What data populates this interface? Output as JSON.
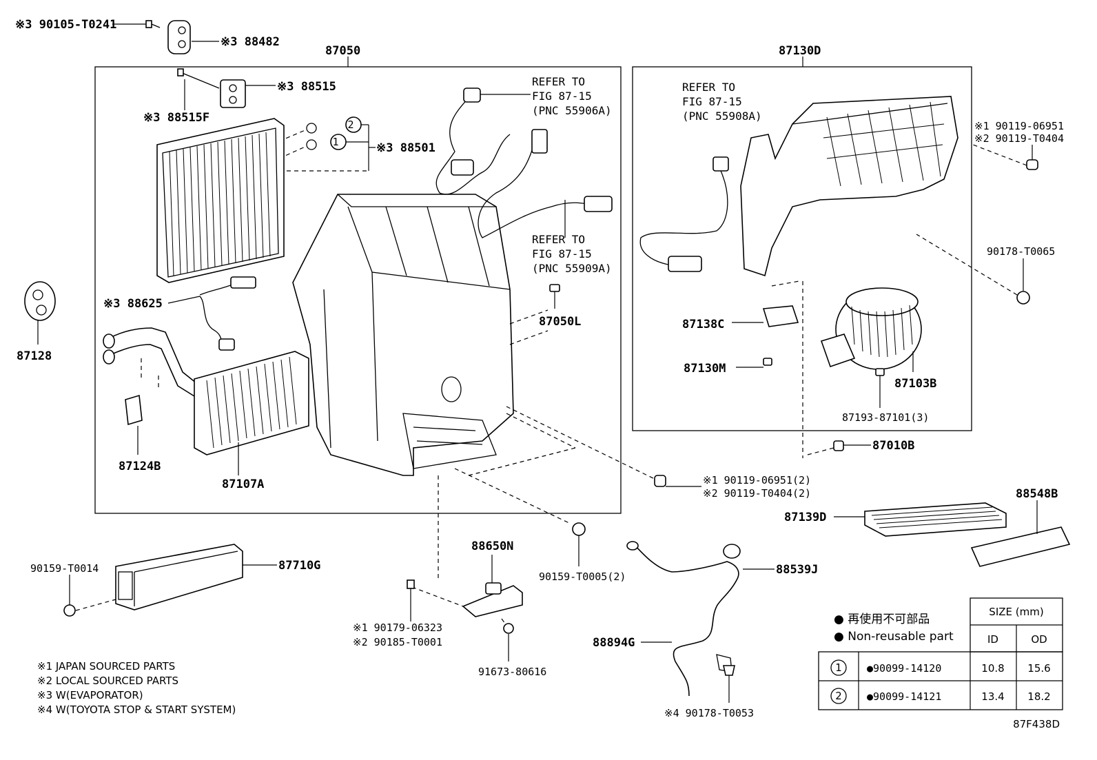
{
  "groups": {
    "g87050": "87050",
    "g87130D": "87130D"
  },
  "labels": {
    "l90105": "※3 90105-T0241",
    "l88482": "※3 88482",
    "l88515": "※3 88515",
    "l88515F": "※3 88515F",
    "l88501": "※3 88501",
    "l88625": "※3 88625",
    "l87128": "87128",
    "l87124B": "87124B",
    "l87107A": "87107A",
    "l87050L": "87050L",
    "l87138C": "87138C",
    "l87130M": "87130M",
    "l87103B": "87103B",
    "l87193": "87193-87101(3)",
    "l87010B": "87010B",
    "l90119a1": "※1 90119-06951",
    "l90119a2": "※2 90119-T0404",
    "l90178_65": "90178-T0065",
    "l90119b1": "※1 90119-06951(2)",
    "l90119b2": "※2 90119-T0404(2)",
    "l87139D": "87139D",
    "l88548B": "88548B",
    "l90159_14": "90159-T0014",
    "l87710G": "87710G",
    "l88650N": "88650N",
    "l90159_05": "90159-T0005(2)",
    "l88539J": "88539J",
    "l90179": "※1 90179-06323",
    "l90185": "※2 90185-T0001",
    "l91673": "91673-80616",
    "l88894G": "88894G",
    "l90178_53": "※4 90178-T0053",
    "circle1": "1",
    "circle2": "2"
  },
  "refs": {
    "refA": [
      "REFER TO",
      "FIG 87-15",
      "(PNC 55906A)"
    ],
    "refB": [
      "REFER TO",
      "FIG 87-15",
      "(PNC 55909A)"
    ],
    "refC": [
      "REFER TO",
      "FIG 87-15",
      "(PNC 55908A)"
    ]
  },
  "notes": [
    "※1 JAPAN SOURCED PARTS",
    "※2 LOCAL SOURCED PARTS",
    "※3 W(EVAPORATOR)",
    "※4 W(TOYOTA STOP & START SYSTEM)"
  ],
  "legend": {
    "ja": "● 再使用不可部品",
    "en": "● Non-reusable part"
  },
  "size_table": {
    "title": "SIZE (mm)",
    "col_id": "ID",
    "col_od": "OD",
    "rows": [
      {
        "mark": "1",
        "part": "●90099-14120",
        "id": "10.8",
        "od": "15.6"
      },
      {
        "mark": "2",
        "part": "●90099-14121",
        "id": "13.4",
        "od": "18.2"
      }
    ]
  },
  "figure_code": "87F438D"
}
